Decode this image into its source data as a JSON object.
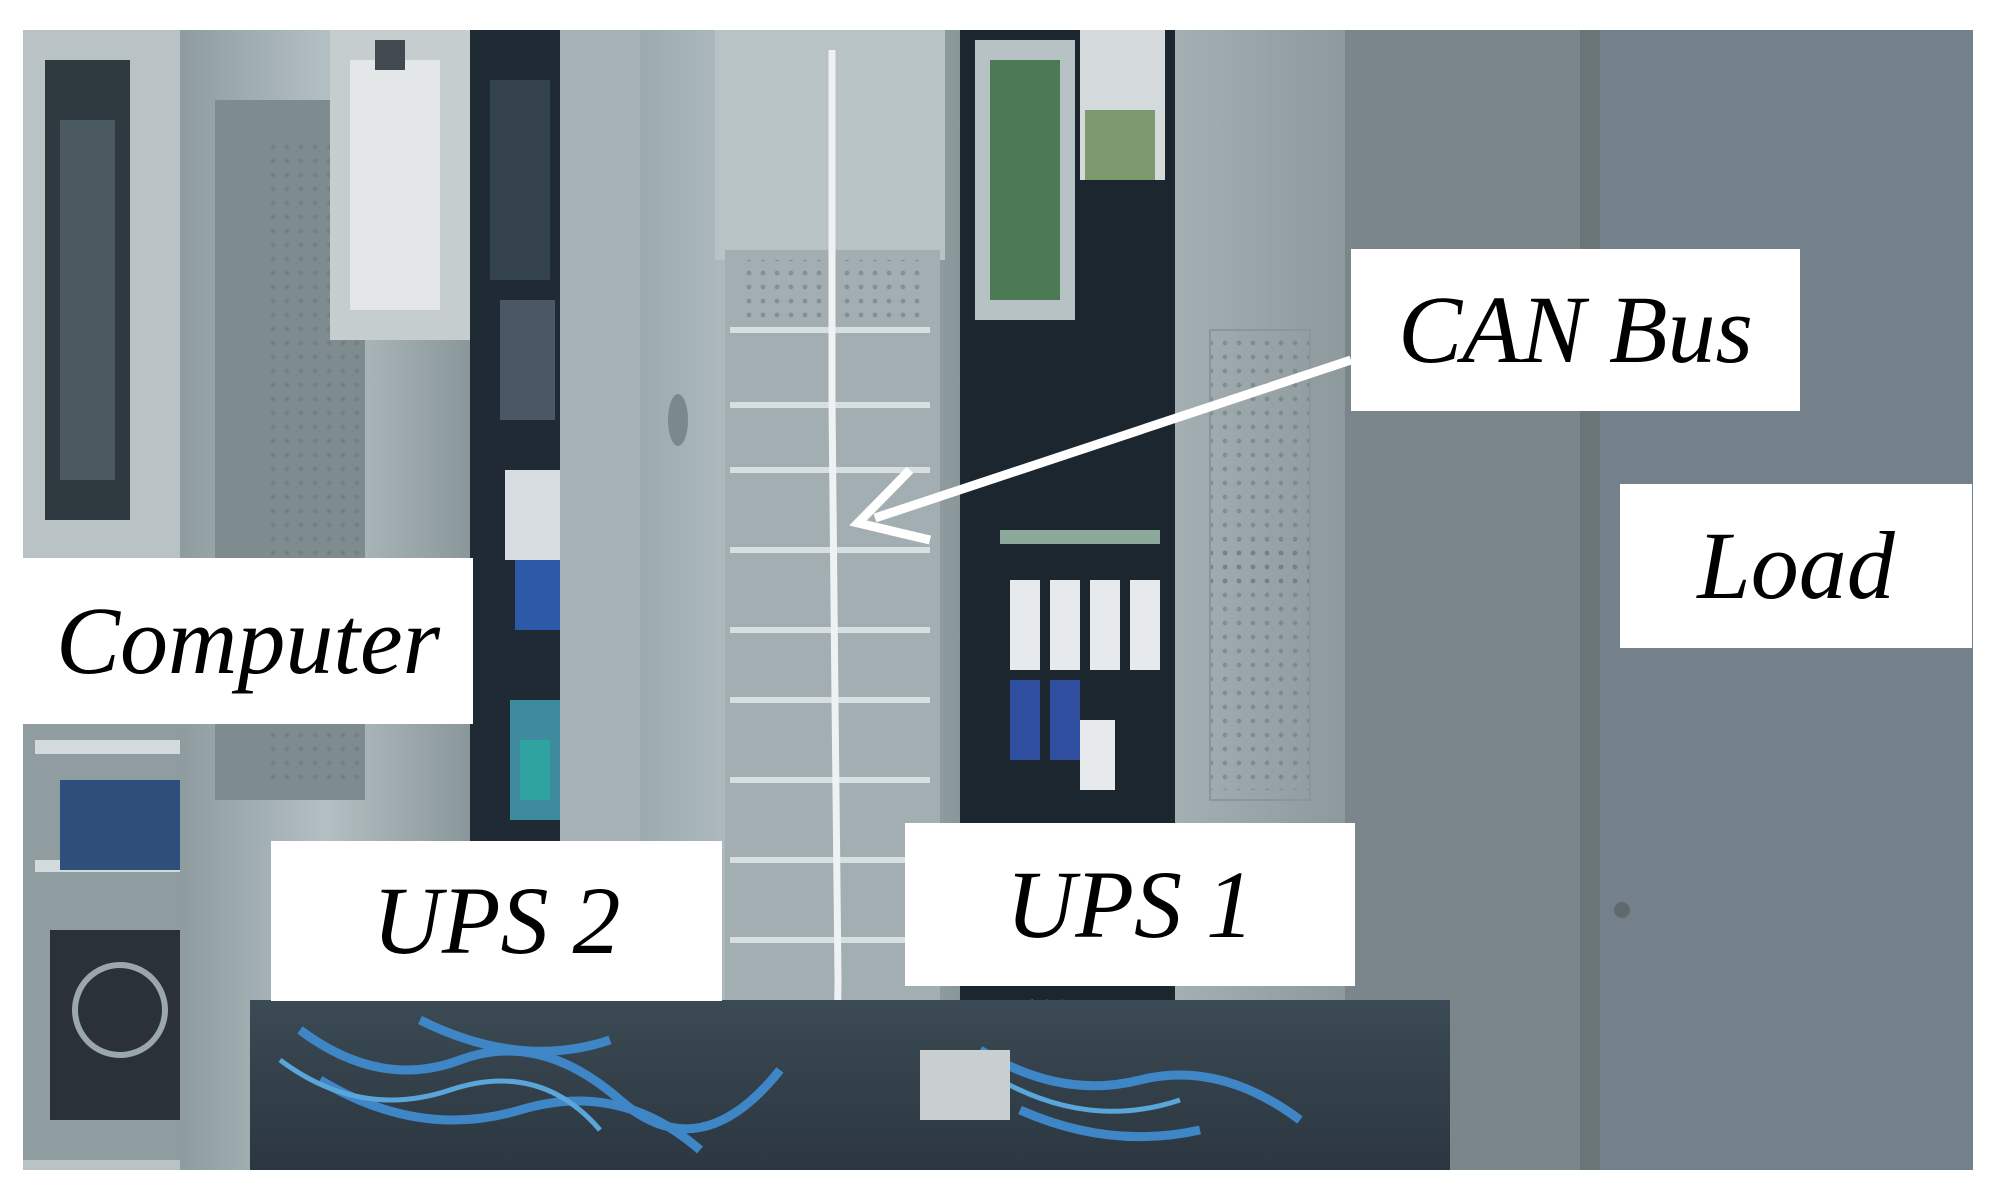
{
  "figure": {
    "labels": {
      "can_bus": "CAN Bus",
      "load": "Load",
      "computer": "Computer",
      "ups2": "UPS 2",
      "ups1": "UPS 1"
    },
    "colors": {
      "background": "#ffffff",
      "cabinet": "#9aa8ac",
      "cabinet_dark": "#6f7c80",
      "load_panel": "#7a8689",
      "cable_blue": "#3d7fbf",
      "arrow": "#ffffff"
    }
  }
}
